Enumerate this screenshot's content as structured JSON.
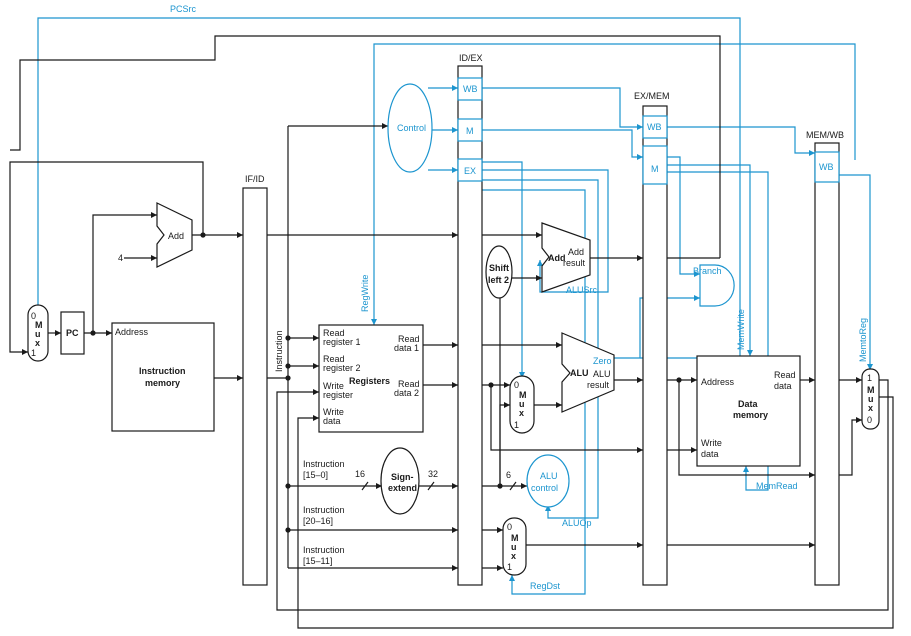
{
  "colors": {
    "datapath": "#1a1a1a",
    "control": "#1c95cf",
    "background": "#ffffff"
  },
  "signals": {
    "pcsrc": "PCSrc",
    "regwrite": "RegWrite",
    "alusrc": "ALUSrc",
    "branch": "Branch",
    "memwrite": "MemWrite",
    "memread": "MemRead",
    "memtoreg": "MemtoReg",
    "aluop": "ALUOp",
    "regdst": "RegDst"
  },
  "pipeline_registers": {
    "ifid": "IF/ID",
    "idex": "ID/EX",
    "exmem": "EX/MEM",
    "memwb": "MEM/WB"
  },
  "control_fields": {
    "wb": "WB",
    "m": "M",
    "ex": "EX"
  },
  "units": {
    "control": "Control",
    "pc": "PC",
    "add": "Add",
    "const_four": "4",
    "instr_mem": {
      "address": "Address",
      "title_1": "Instruction",
      "title_2": "memory"
    },
    "registers": {
      "title": "Registers",
      "read_reg1_a": "Read",
      "read_reg1_b": "register 1",
      "read_reg2_a": "Read",
      "read_reg2_b": "register 2",
      "write_reg_a": "Write",
      "write_reg_b": "register",
      "write_data_a": "Write",
      "write_data_b": "data",
      "read_data1_a": "Read",
      "read_data1_b": "data 1",
      "read_data2_a": "Read",
      "read_data2_b": "data 2"
    },
    "shift_left": {
      "line1": "Shift",
      "line2": "left 2"
    },
    "branch_add": {
      "title": "Add",
      "out_a": "Add",
      "out_b": "result"
    },
    "alu": {
      "title": "ALU",
      "zero": "Zero",
      "out_a": "ALU",
      "out_b": "result"
    },
    "sign_extend": {
      "line1": "Sign-",
      "line2": "extend",
      "in_bits": "16",
      "out_bits": "32"
    },
    "alu_control": {
      "line1": "ALU",
      "line2": "control",
      "bits": "6"
    },
    "data_mem": {
      "address": "Address",
      "read_a": "Read",
      "read_b": "data",
      "write_a": "Write",
      "write_b": "data",
      "title_1": "Data",
      "title_2": "memory"
    },
    "instruction_bus": "Instruction"
  },
  "instruction_fields": [
    {
      "label": "Instruction",
      "range": "[15–0]"
    },
    {
      "label": "Instruction",
      "range": "[20–16]"
    },
    {
      "label": "Instruction",
      "range": "[15–11]"
    }
  ],
  "mux": {
    "letters": [
      "M",
      "u",
      "x"
    ],
    "zero": "0",
    "one": "1"
  }
}
